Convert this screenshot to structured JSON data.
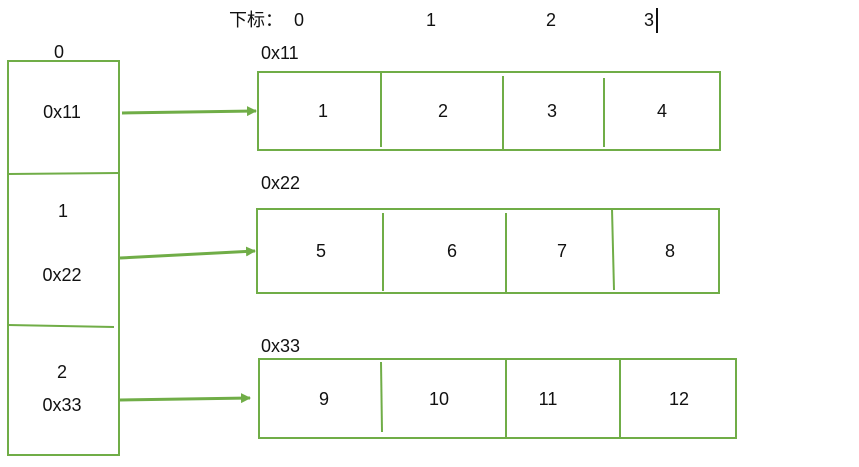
{
  "index_row": {
    "label": "下标：",
    "indices": [
      "0",
      "1",
      "2",
      "3"
    ]
  },
  "pointer_array": {
    "index_header": "0",
    "cells": [
      {
        "index": "",
        "address": "0x11"
      },
      {
        "index": "1",
        "address": "0x22"
      },
      {
        "index": "2",
        "address": "0x33"
      }
    ]
  },
  "rows": [
    {
      "address": "0x11",
      "values": [
        "1",
        "2",
        "3",
        "4"
      ]
    },
    {
      "address": "0x22",
      "values": [
        "5",
        "6",
        "7",
        "8"
      ]
    },
    {
      "address": "0x33",
      "values": [
        "9",
        "10",
        "11",
        "12"
      ]
    }
  ],
  "colors": {
    "box_stroke": "#70ad47",
    "arrow": "#70ad47",
    "text": "#111111"
  }
}
